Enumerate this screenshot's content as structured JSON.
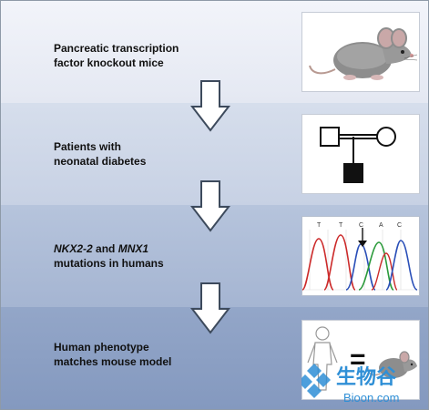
{
  "steps": [
    {
      "line1": "Pancreatic transcription",
      "line2": "factor knockout mice",
      "icon": "mouse-icon"
    },
    {
      "line1": "Patients with",
      "line2": "neonatal diabetes",
      "icon": "pedigree-icon"
    },
    {
      "gene1": "NKX2-2",
      "joiner": " and ",
      "gene2": "MNX1",
      "line2": "mutations in humans",
      "icon": "chromatogram-icon"
    },
    {
      "line1": "Human phenotype",
      "line2": "matches mouse model",
      "icon": "human-equals-mouse-icon"
    }
  ],
  "sequence": {
    "bases": [
      "T",
      "T",
      "C",
      "A",
      "C"
    ]
  },
  "equals_sign": "=",
  "watermark": {
    "chinese": "生物谷",
    "latin": "Bioon.com"
  },
  "colors": {
    "arrow_fill": "#ffffff",
    "arrow_stroke": "#3d4a5c",
    "chromatogram_blue": "#2a4fb8",
    "chromatogram_red": "#cc2a2a",
    "chromatogram_green": "#2a9a3a",
    "watermark": "#2f8fd6"
  }
}
